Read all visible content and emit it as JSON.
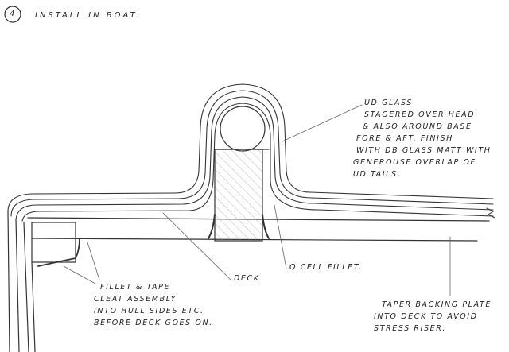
{
  "title": {
    "step": "4",
    "text": "INSTALL IN BOAT."
  },
  "labels": {
    "ud_glass": [
      "UD GLASS",
      "STAGERED OVER HEAD",
      "& ALSO AROUND BASE",
      "FORE & AFT.  FINISH",
      "WITH DB GLASS MATT WITH",
      "GENEROUSE OVERLAP OF",
      "UD TAILS."
    ],
    "fillet_tape": [
      "FILLET & TAPE",
      "CLEAT ASSEMBLY",
      "INTO HULL SIDES ETC.",
      "BEFORE DECK GOES ON."
    ],
    "deck": "DECK",
    "q_cell": "Q CELL FILLET.",
    "taper": [
      "TAPER BACKING PLATE",
      "INTO DECK TO AVOID",
      "STRESS RISER."
    ]
  }
}
